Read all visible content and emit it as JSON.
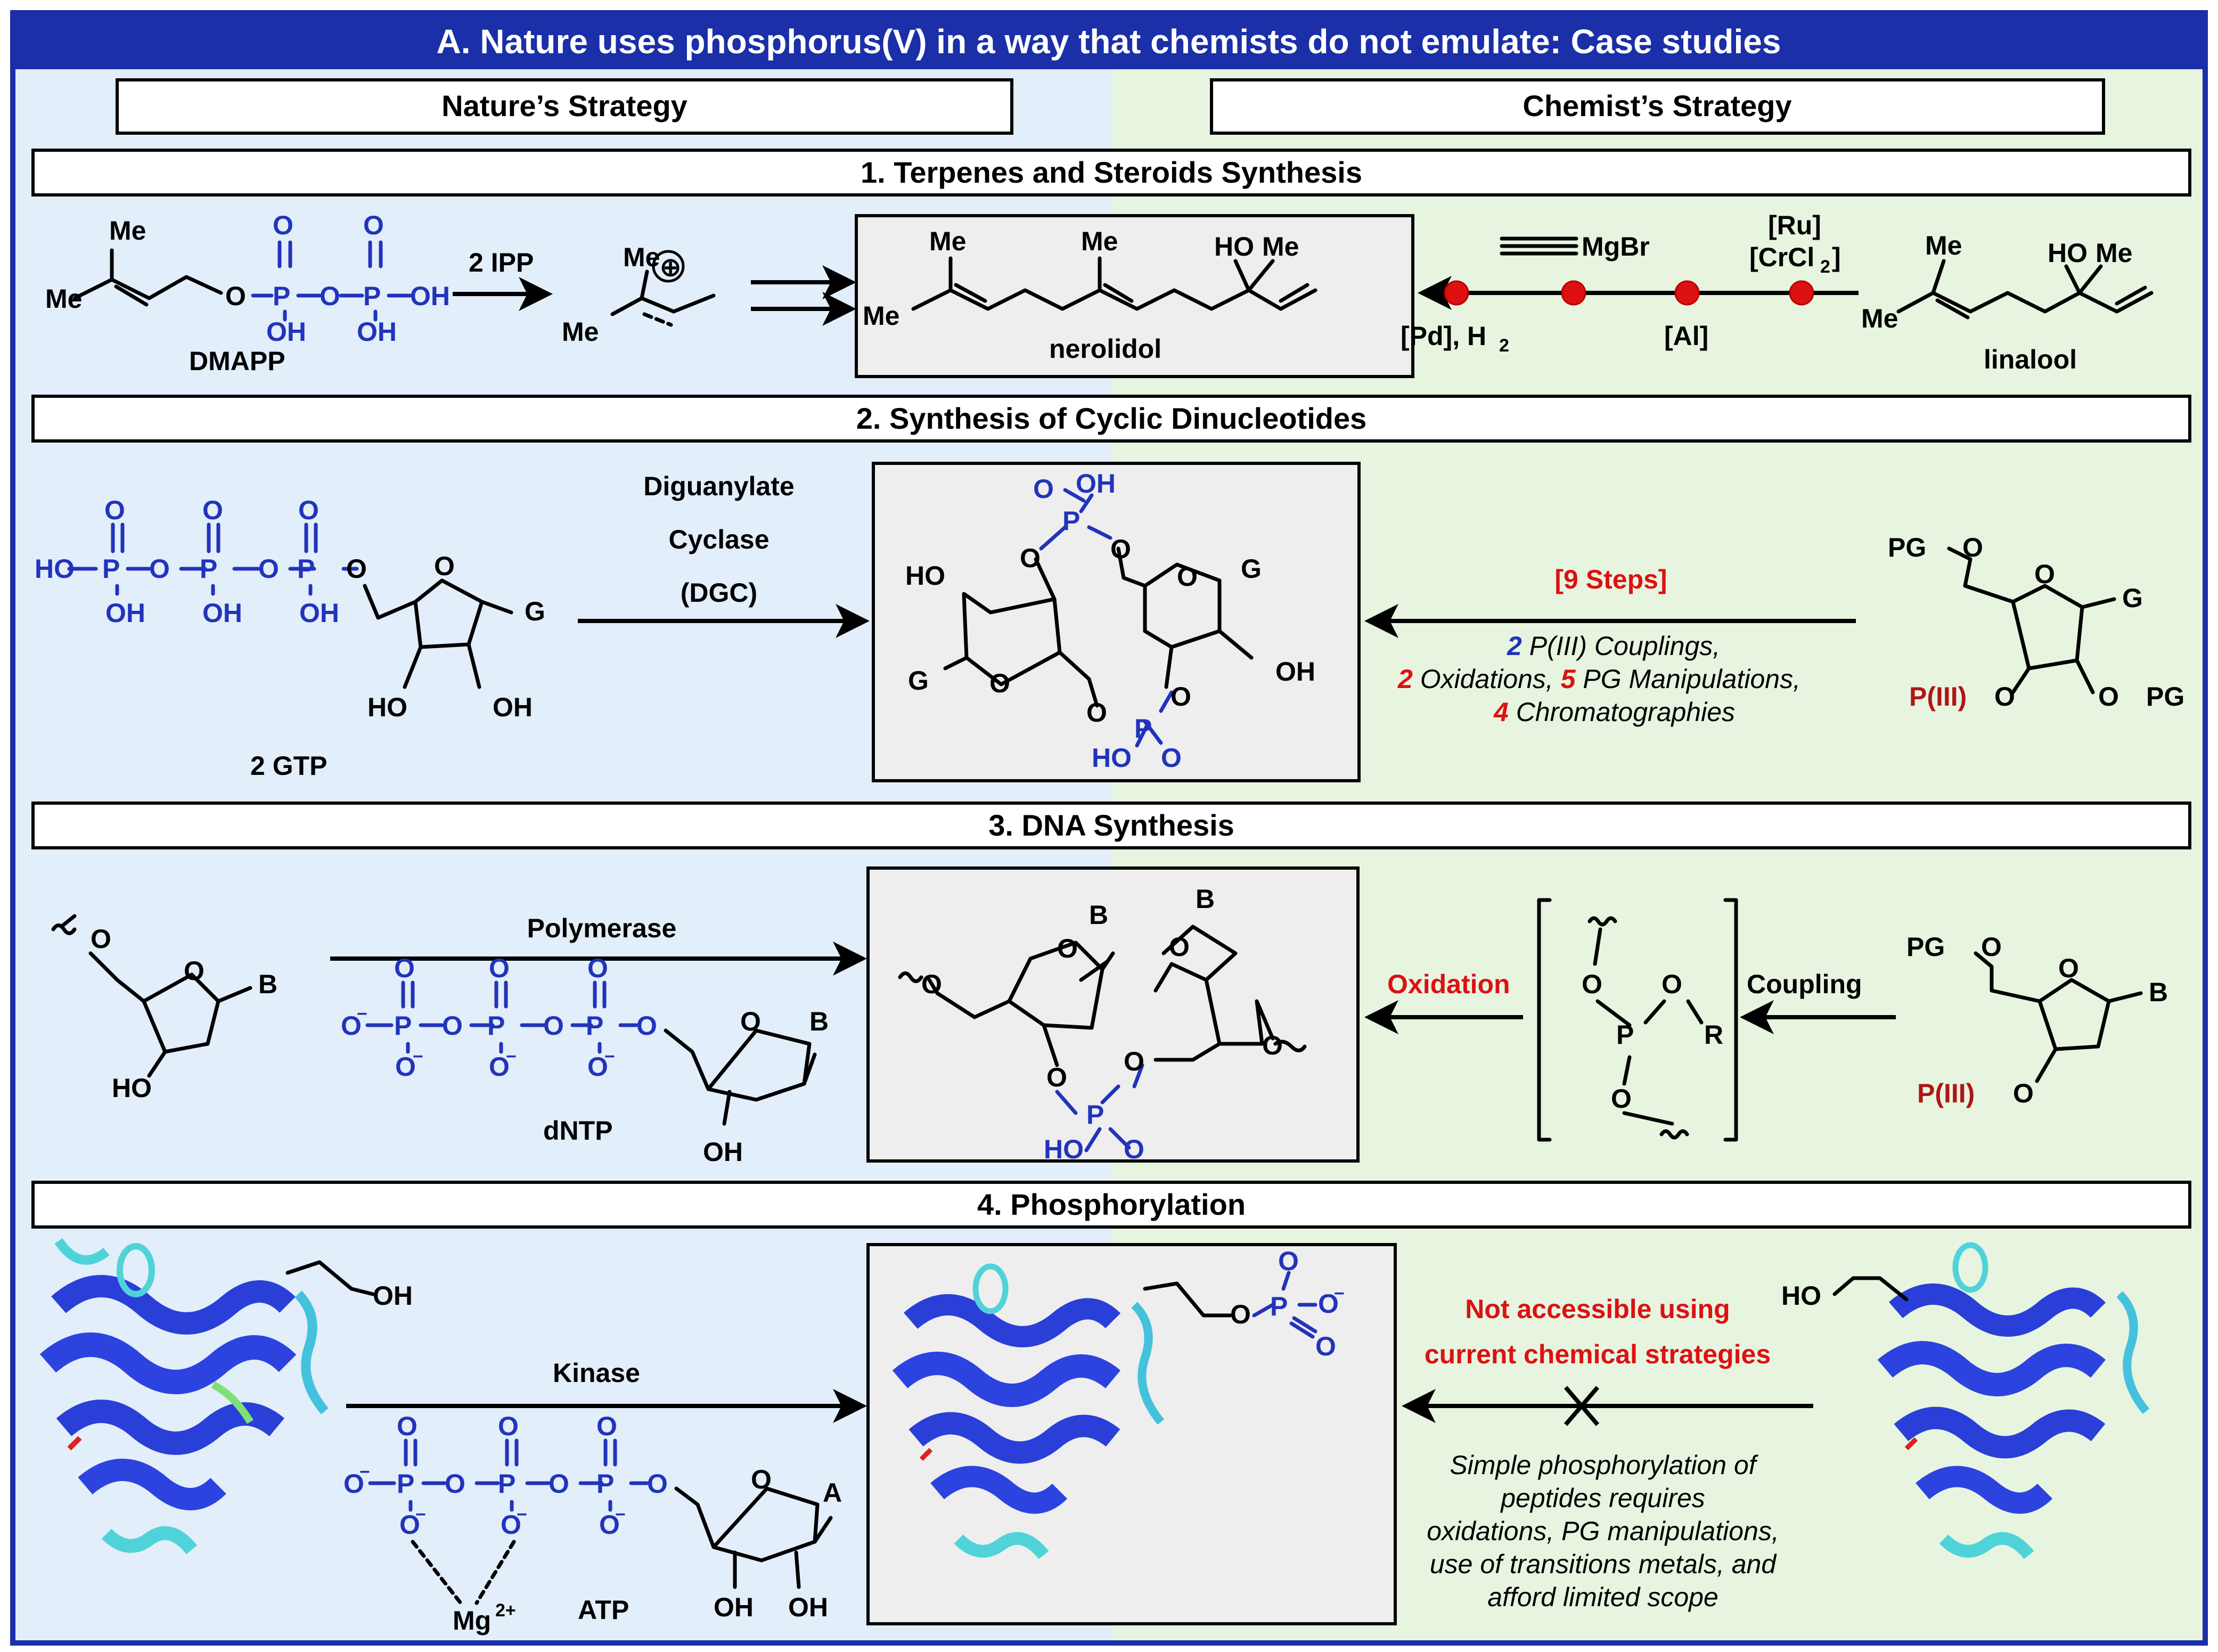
{
  "header": {
    "title": "A. Nature uses phosphorus(V) in a way that chemists do not emulate: Case studies"
  },
  "columns": {
    "left": "Nature’s Strategy",
    "right": "Chemist’s Strategy"
  },
  "sections": [
    {
      "title": "1. Terpenes and Steroids Synthesis"
    },
    {
      "title": "2. Synthesis of Cyclic Dinucleotides"
    },
    {
      "title": "3. DNA Synthesis"
    },
    {
      "title": "4. Phosphorylation"
    }
  ],
  "s1": {
    "me": "Me",
    "o": "O",
    "p": "P",
    "oh": "OH",
    "ho": "HO",
    "plus": "⊕",
    "dmapp": "DMAPP",
    "ipp": "2 IPP",
    "nerolidol": "nerolidol",
    "linalool": "linalool",
    "mgbr": "MgBr",
    "ru": "[Ru]",
    "crcl2": "[CrCl",
    "crcl2_sub": "2",
    "crcl2_end": "]",
    "pd": "[Pd], H",
    "pd_sub": "2",
    "al": "[Al]"
  },
  "s2": {
    "enzyme1": "Diguanylate",
    "enzyme2": "Cyclase",
    "enzyme3": "(DGC)",
    "gtp": "2 GTP",
    "steps": "[9 Steps]",
    "c1n": "2",
    "c1t": " P(III) Couplings,",
    "c2n": "2",
    "c2t": " Oxidations, ",
    "c2n2": "5",
    "c2t2": " PG Manipulations,",
    "c3n": "4",
    "c3t": " Chromatographies",
    "g": "G",
    "pg": "PG",
    "piii": "P(III)"
  },
  "s3": {
    "polymerase": "Polymerase",
    "dntp": "dNTP",
    "oxidation": "Oxidation",
    "coupling": "Coupling",
    "b": "B",
    "r": "R",
    "ominus": "O",
    "minus": "−"
  },
  "s4": {
    "kinase": "Kinase",
    "atp": "ATP",
    "mg": "Mg",
    "mg_sup": "2+",
    "a": "A",
    "na1": "Not accessible using",
    "na2": "current chemical strategies",
    "n1": "Simple phosphorylation of",
    "n2": "peptides requires",
    "n3": "oxidations, PG manipulations,",
    "n4": "use of transitions metals, and",
    "n5": "afford limited scope"
  },
  "colors": {
    "header": "#1a2fa8",
    "left_bg": "#e2eef9",
    "right_bg": "#e7f5e0",
    "phosphate": "#2233bb",
    "highlight": "#dd1111",
    "box_bg": "#eeeeee"
  }
}
